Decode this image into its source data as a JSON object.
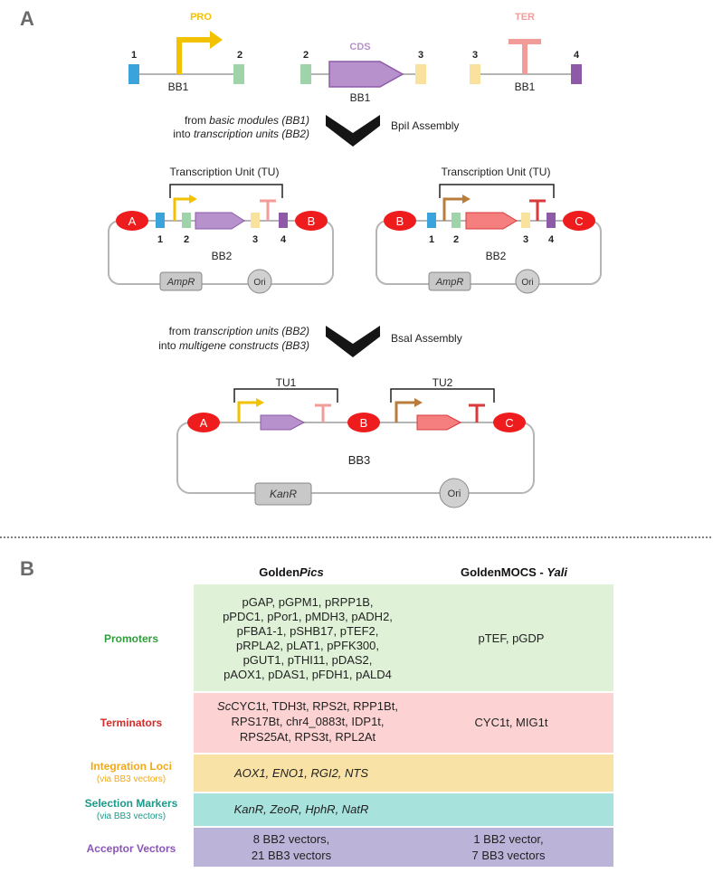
{
  "panelA": {
    "label": "A",
    "modules": {
      "pro": "PRO",
      "cds": "CDS",
      "ter": "TER",
      "bb1": "BB1",
      "nums": [
        "1",
        "2",
        "2",
        "3",
        "3",
        "4"
      ]
    },
    "step1": {
      "line1_pre": "from ",
      "line1_em": "basic modules (BB1)",
      "line2_pre": "into ",
      "line2_em": "transcription units (BB2)",
      "assembly": "BpiI Assembly"
    },
    "bb2_left": {
      "title": "Transcription Unit (TU)",
      "site_left": "A",
      "site_right": "B",
      "nums": [
        "1",
        "2",
        "3",
        "4"
      ],
      "name": "BB2",
      "marker": "AmpR",
      "ori": "Ori"
    },
    "bb2_right": {
      "title": "Transcription Unit (TU)",
      "site_left": "B",
      "site_right": "C",
      "nums": [
        "1",
        "2",
        "3",
        "4"
      ],
      "name": "BB2",
      "marker": "AmpR",
      "ori": "Ori"
    },
    "step2": {
      "line1_pre": "from ",
      "line1_em": "transcription units (BB2)",
      "line2_pre": "into ",
      "line2_em": "multigene constructs (BB3)",
      "assembly": "BsaI Assembly"
    },
    "bb3": {
      "tu1": "TU1",
      "tu2": "TU2",
      "site_a": "A",
      "site_b": "B",
      "site_c": "C",
      "name": "BB3",
      "marker": "KanR",
      "ori": "Ori"
    }
  },
  "panelB": {
    "label": "B",
    "col1_header_pre": "Golden",
    "col1_header_em": "Pics",
    "col2_header_pre": "GoldenMOCS - ",
    "col2_header_em": "Yali",
    "rows": [
      {
        "label": "Promoters",
        "col1": [
          "pGAP, pGPM1, pRPP1B,",
          "pPDC1, pPor1, pMDH3, pADH2,",
          "pFBA1-1, pSHB17, pTEF2,",
          "pRPLA2, pLAT1, pPFK300,",
          "pGUT1, pTHI11, pDAS2,",
          "pAOX1, pDAS1, pFDH1, pALD4"
        ],
        "col2": [
          "pTEF,  pGDP"
        ]
      },
      {
        "label": "Terminators",
        "col1_first_em": "Sc",
        "col1": [
          "CYC1t, TDH3t, RPS2t, RPP1Bt,",
          "RPS17Bt, chr4_0883t, IDP1t,",
          "RPS25At, RPS3t, RPL2At"
        ],
        "col2": [
          "CYC1t,  MIG1t"
        ]
      },
      {
        "label": "Integration Loci",
        "sublabel": "(via BB3 vectors)",
        "col1": [
          "AOX1, ENO1, RGI2, NTS"
        ],
        "col2": []
      },
      {
        "label": "Selection Markers",
        "sublabel": "(via BB3 vectors)",
        "col1": [
          "KanR, ZeoR, HphR, NatR"
        ],
        "col2": []
      },
      {
        "label": "Acceptor Vectors",
        "col1": [
          "8 BB2 vectors,",
          "21 BB3 vectors"
        ],
        "col2": [
          "1 BB2 vector,",
          "7 BB3 vectors"
        ]
      }
    ]
  },
  "colors": {
    "pro": "#f2c200",
    "cds": "#b691cc",
    "ter": "#f29c9a",
    "site1": "#3ba3dc",
    "site2": "#9fd3a9",
    "site3": "#f8e29e",
    "site4": "#8e5aa8",
    "red_site": "#ee1c1c",
    "pro2": "#b87d3a",
    "cds2": "#f57f7f",
    "ter2": "#d93a3a",
    "row_promoters": "#dff2d8",
    "row_terminators": "#fcd2d2",
    "row_integration": "#f8e2a5",
    "row_selection": "#a8e2dc",
    "row_acceptor": "#bcb3d8",
    "label_promoters": "#2e9e3a",
    "label_terminators": "#d72a2a",
    "label_integration": "#f0a818",
    "label_selection": "#1a9a8a",
    "label_acceptor": "#8a55b6"
  }
}
